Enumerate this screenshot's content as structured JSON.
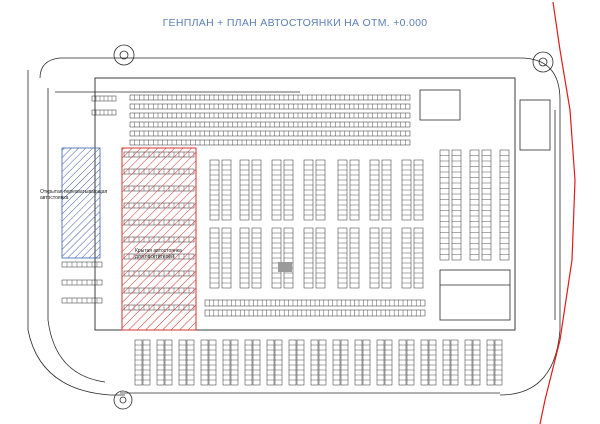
{
  "title": "ГЕНПЛАН + ПЛАН АВТОСТОЯНКИ НА ОТМ. +0.000",
  "colors": {
    "title": "#5b7fb8",
    "lines": "#2a2a2a",
    "hatch_red": "#d9302c",
    "hatch_blue": "#3c5ea8",
    "boundary": "#e01b1b",
    "grey_block": "#9a9a9a"
  },
  "zones": [
    {
      "id": "open-parking",
      "color": "hatch_blue",
      "label": [
        "Открытая перехватывающая",
        "автостоянка"
      ]
    },
    {
      "id": "covered-parking",
      "color": "hatch_red",
      "label": [
        "Крытая автостоянка",
        "для посетителей"
      ]
    }
  ]
}
